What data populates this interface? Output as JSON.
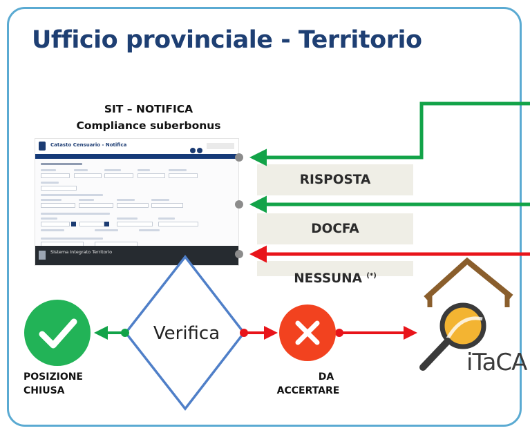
{
  "title": "Ufficio provinciale - Territorio",
  "sit": {
    "line1": "SIT – NOTIFICA",
    "line2": "Compliance suberbonus",
    "screenshot": {
      "app_title": "Catasto Censuario - Notifica",
      "footer_text": "Sistema Integrato Territorio"
    }
  },
  "responses": [
    {
      "label": "RISPOSTA",
      "color": "#12a348"
    },
    {
      "label": "DOCFA",
      "color": "#12a348"
    },
    {
      "label": "NESSUNA",
      "note": "(*)",
      "color": "#e8141a"
    }
  ],
  "decision": {
    "label": "Verifica"
  },
  "outcomes": {
    "closed": {
      "line1": "POSIZIONE",
      "line2": "CHIUSA",
      "color": "#22b357"
    },
    "to_verify": {
      "line1": "DA",
      "line2": "ACCERTARE",
      "color": "#f2421f"
    }
  },
  "itaca": {
    "label": "iTaCA"
  },
  "colors": {
    "title": "#1e3f73",
    "panel_border": "#5aaad2",
    "diamond": "#4f7fc8",
    "green": "#12a348",
    "red": "#e8141a",
    "tag_bg": "#efeee6"
  }
}
